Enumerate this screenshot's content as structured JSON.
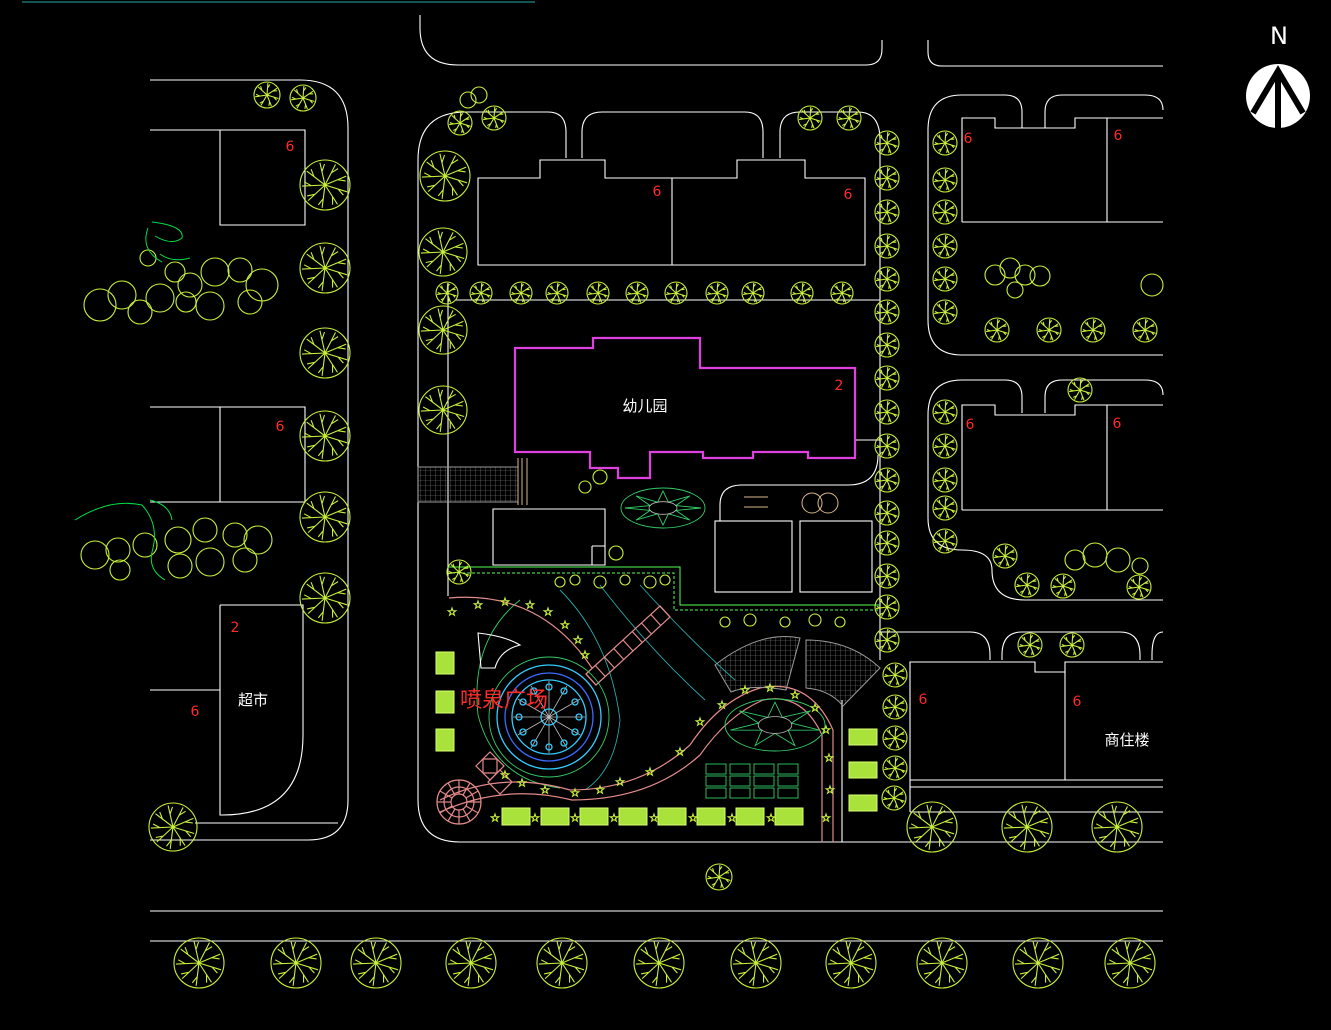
{
  "north_arrow": {
    "label": "N",
    "icon": "north-arrow-icon"
  },
  "labels": {
    "kindergarten": "幼儿园",
    "supermarket": "超市",
    "commercial_residential": "商住楼",
    "fountain_plaza": "喷泉广场"
  },
  "floor_counts": [
    "6",
    "6",
    "6",
    "6",
    "6",
    "6",
    "2",
    "6",
    "6",
    "2",
    "6",
    "6",
    "6"
  ],
  "colors": {
    "background": "#000000",
    "linework": "#ffffff",
    "vegetation": "#c8f03c",
    "kindergarten_outline": "#e040e0",
    "annotation_red": "#ff2a2a",
    "hedge": "#55ff55",
    "paving": "#e48a8a",
    "water": "#33ccff"
  },
  "symbols": {
    "tree": "tree-icon",
    "shrub": "shrub-icon",
    "star_plant": "star-plant-icon"
  }
}
